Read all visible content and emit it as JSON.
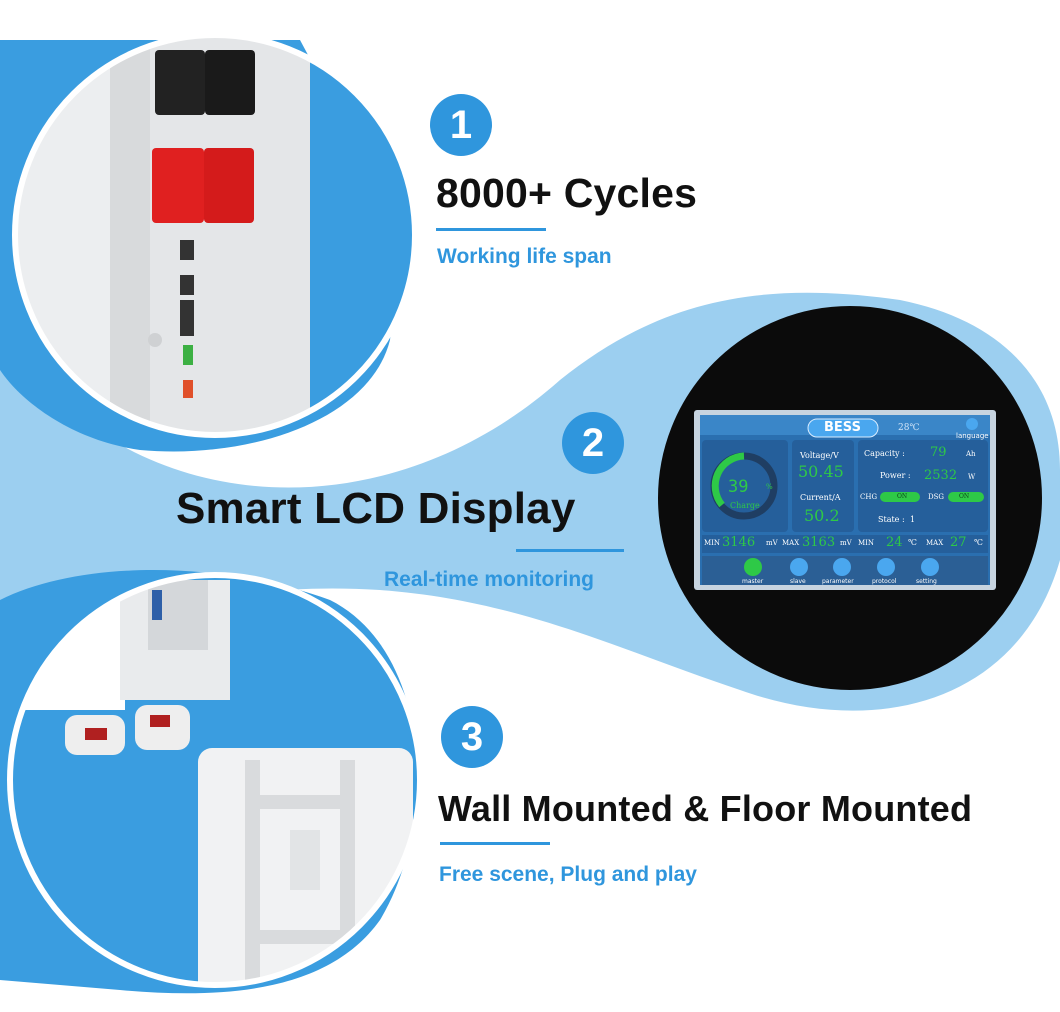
{
  "colors": {
    "accent": "#2f96dd",
    "light_blue": "#9ccff0",
    "dark": "#111111"
  },
  "features": [
    {
      "number": "1",
      "title": "8000+ Cycles",
      "subtitle": "Working life span"
    },
    {
      "number": "2",
      "title": "Smart LCD Display",
      "subtitle": "Real-time monitoring"
    },
    {
      "number": "3",
      "title": "Wall Mounted & Floor Mounted",
      "subtitle": "Free scene, Plug and play"
    }
  ],
  "lcd": {
    "header": "BESS",
    "temp": "28℃",
    "language": "language",
    "percent": "39",
    "percent_unit": "%",
    "charge": "Charge",
    "voltage_label": "Voltage/V",
    "voltage": "50.45",
    "current_label": "Current/A",
    "current": "50.2",
    "capacity_label": "Capacity :",
    "capacity": "79",
    "capacity_unit": "Ah",
    "power_label": "Power :",
    "power": "2532",
    "power_unit": "W",
    "chg_label": "CHG",
    "dsg_label": "DSG",
    "on": "ON",
    "state_label": "State :",
    "state": "1",
    "min_label": "MIN",
    "min_mv": "3146",
    "mv": "mV",
    "max_label": "MAX",
    "max_mv": "3163",
    "min_temp": "24",
    "max_temp": "27",
    "deg": "℃",
    "buttons": [
      "master",
      "slave",
      "parameter",
      "protocol",
      "setting"
    ]
  }
}
